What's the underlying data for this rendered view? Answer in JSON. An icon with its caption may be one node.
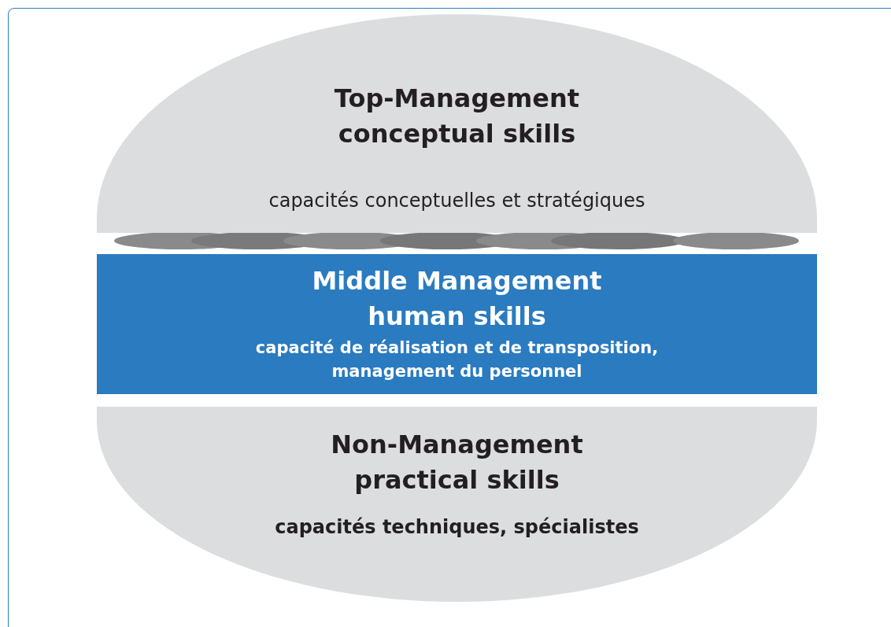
{
  "diagram": {
    "nodes": [
      {
        "text": [
          "Top-Management conceptual skills",
          "capacités conceptuelles et stratégiques"
        ]
      },
      {
        "text": [
          "Middle Management human skills",
          "capacité de réalisation et de transposition, management du personnel"
        ]
      },
      {
        "text": [
          "Non-Management practical skills",
          "capacités techniques, spécialistes"
        ]
      }
    ],
    "edges": []
  }
}
